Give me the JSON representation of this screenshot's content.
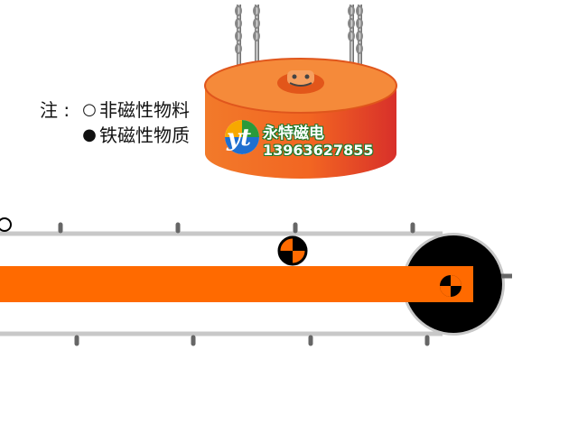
{
  "legend": {
    "prefix": "注 :",
    "items": [
      {
        "symbol": "○",
        "label": "非磁性物料"
      },
      {
        "symbol": "●",
        "label": "铁磁性物质"
      }
    ]
  },
  "magnet": {
    "logo_text": "yt",
    "brand_name": "永特磁电",
    "phone": "13963627855"
  },
  "colors": {
    "magnet_orange": "#f26522",
    "belt_orange": "#ff6a00",
    "rail_gray": "#c8c8c8",
    "pulley_black": "#000000",
    "text_green": "#1a7a2a"
  }
}
